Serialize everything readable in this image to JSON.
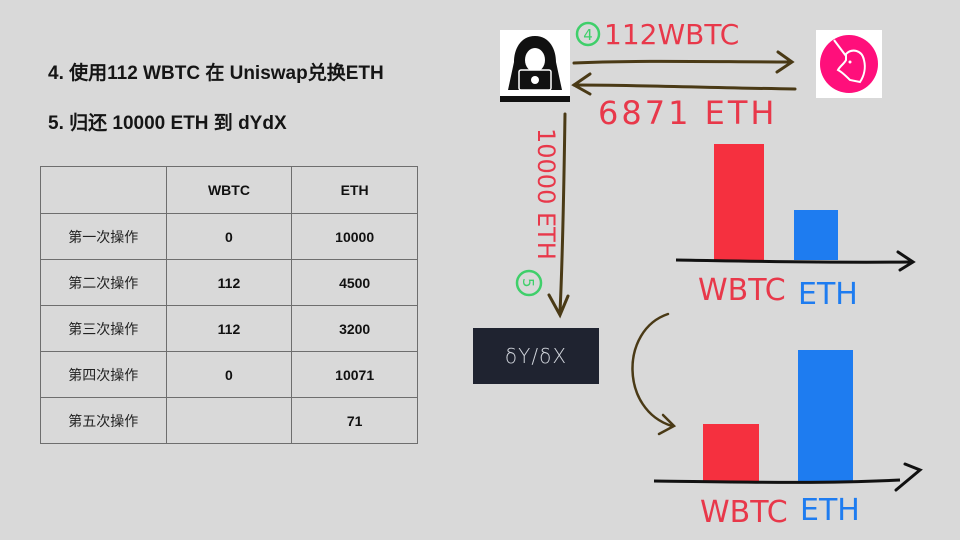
{
  "steps": {
    "step4": "4. 使用112 WBTC 在 Uniswap兑换ETH",
    "step5": "5. 归还 10000 ETH 到 dYdX"
  },
  "table": {
    "headers": [
      "",
      "WBTC",
      "ETH"
    ],
    "rows": [
      {
        "label": "第一次操作",
        "wbtc": "0",
        "eth": "10000"
      },
      {
        "label": "第二次操作",
        "wbtc": "112",
        "eth": "4500"
      },
      {
        "label": "第三次操作",
        "wbtc": "112",
        "eth": "3200"
      },
      {
        "label": "第四次操作",
        "wbtc": "0",
        "eth": "10071"
      },
      {
        "label": "第五次操作",
        "wbtc": "",
        "eth": "71"
      }
    ]
  },
  "diagram": {
    "step4_badge": "4",
    "step4_label": "112WBTC",
    "return_label": "6871 ETH",
    "step5_badge": "5",
    "step5_label": "10000 ETH",
    "dydx_label": "δY/δX",
    "actors": {
      "attacker": "hacker-icon",
      "uniswap": "uniswap-unicorn-icon",
      "dydx": "dydx-logo"
    }
  },
  "chart_data": [
    {
      "type": "bar",
      "title": "Uniswap pool before swap",
      "categories": [
        "WBTC",
        "ETH"
      ],
      "values": [
        115,
        48
      ],
      "colors": [
        "#f5303f",
        "#1e7cf0"
      ],
      "xlabel": "",
      "ylabel": "",
      "grid": false,
      "note": "hand-drawn, relative heights only"
    },
    {
      "type": "bar",
      "title": "Uniswap pool after swap",
      "categories": [
        "WBTC",
        "ETH"
      ],
      "values": [
        55,
        130
      ],
      "colors": [
        "#f5303f",
        "#1e7cf0"
      ],
      "xlabel": "",
      "ylabel": "",
      "grid": false,
      "note": "hand-drawn, relative heights only"
    }
  ],
  "colors": {
    "background": "#d9d9d9",
    "handwriting_red": "#e8384a",
    "handwriting_blue": "#1e7cf0",
    "badge_green": "#3fcf6a",
    "arrow_brown": "#4a3a16",
    "uniswap_pink": "#ff0f7b",
    "dydx_dark": "#1f2330"
  }
}
